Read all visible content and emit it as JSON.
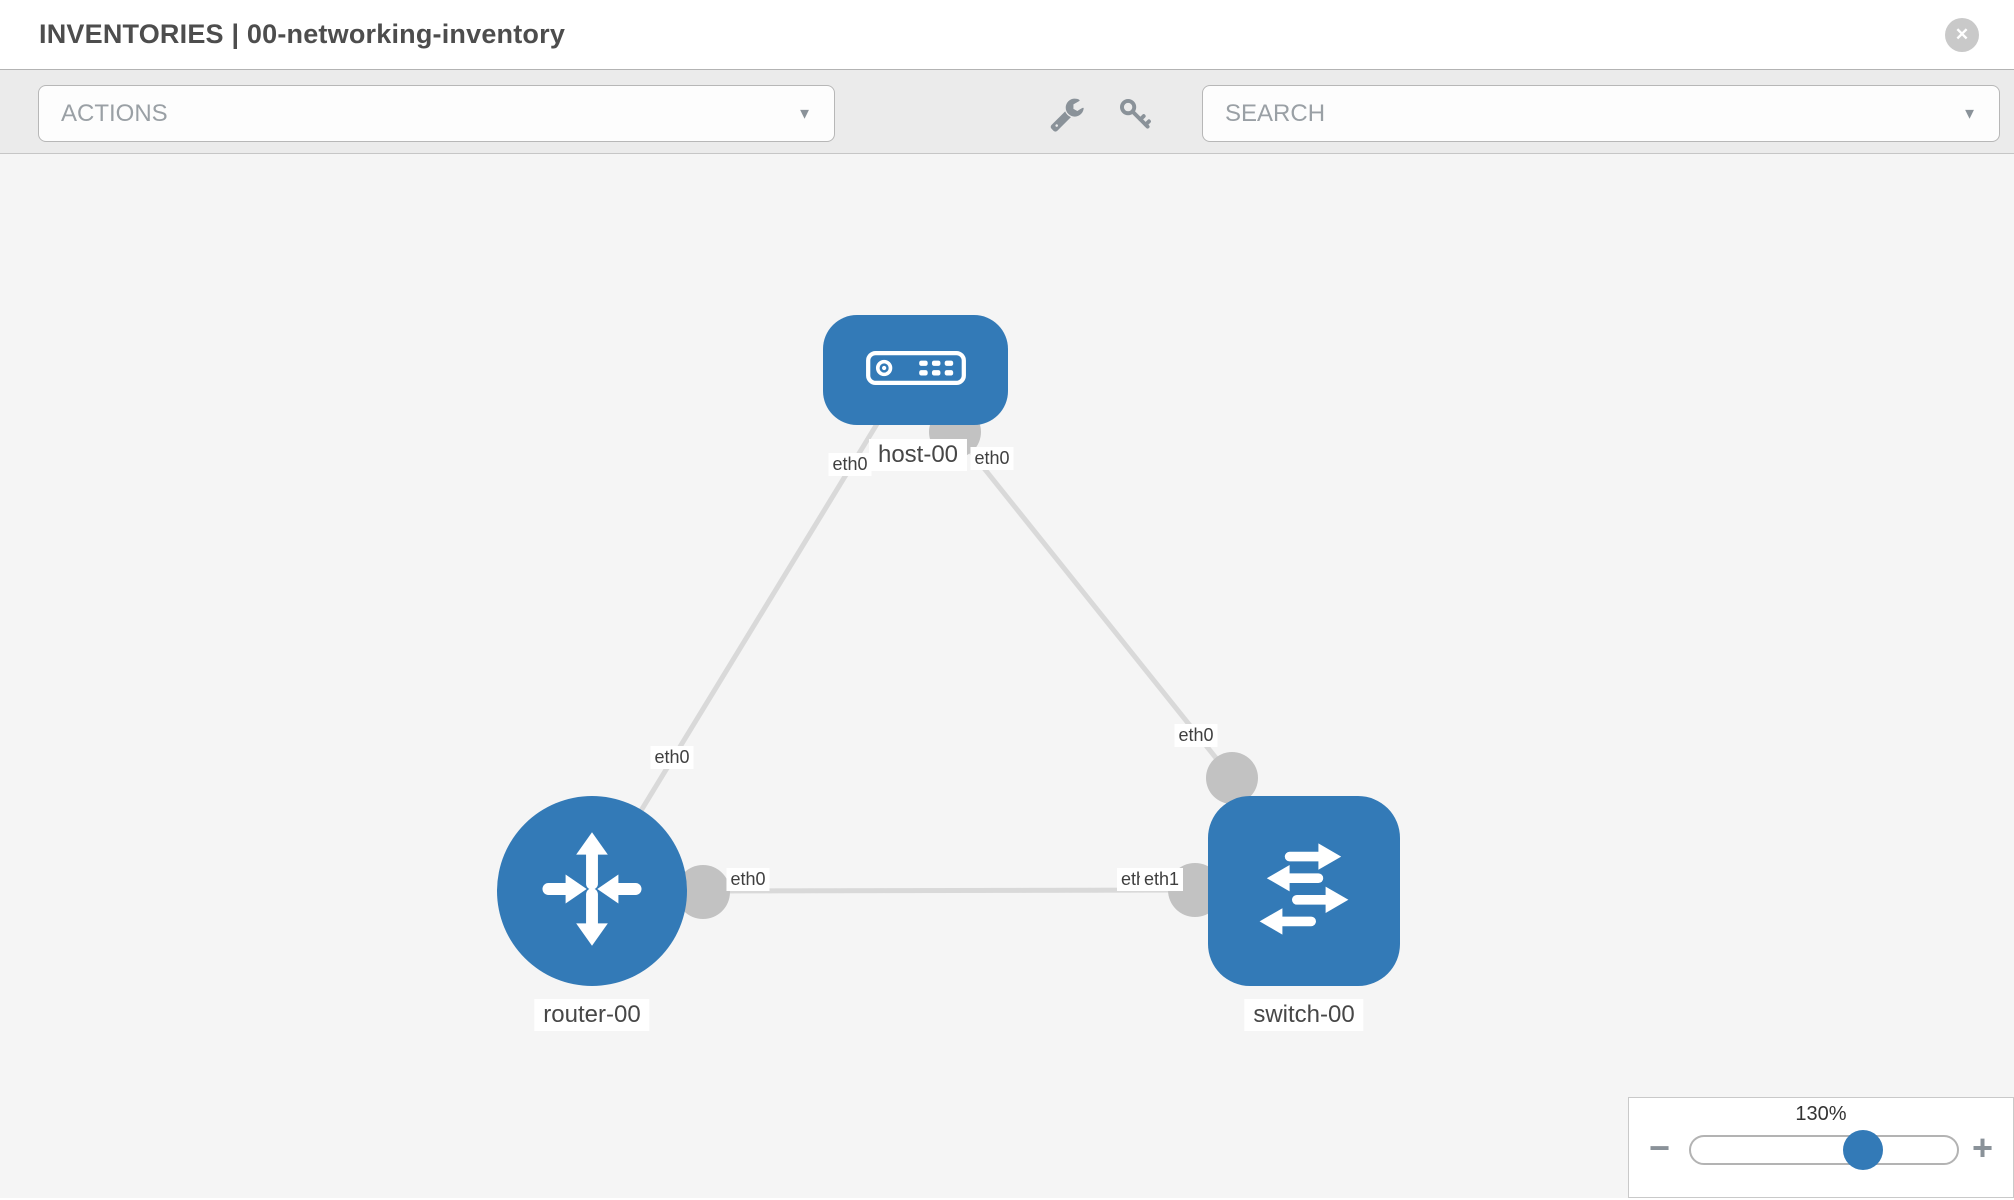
{
  "header": {
    "title": "INVENTORIES | 00-networking-inventory",
    "close_icon": "✕"
  },
  "toolbar": {
    "actions_placeholder": "ACTIONS",
    "search_placeholder": "SEARCH",
    "dropdown_arrow_icon": "▼",
    "icons": [
      "wrench-icon",
      "key-icon"
    ]
  },
  "topology": {
    "nodes": [
      {
        "id": "host-00",
        "type": "host"
      },
      {
        "id": "router-00",
        "type": "router"
      },
      {
        "id": "switch-00",
        "type": "switch"
      }
    ],
    "links": [
      {
        "from": "host-00",
        "from_interface": "eth0",
        "to": "router-00",
        "to_interface": "eth0"
      },
      {
        "from": "host-00",
        "from_interface": "eth0",
        "to": "switch-00",
        "to_interface": "eth0"
      },
      {
        "from": "router-00",
        "from_interface": "eth0",
        "to": "switch-00",
        "to_interface": "eth1",
        "overlapped_interface": "eth0"
      }
    ]
  },
  "zoom_control": {
    "level": "130%",
    "zoom_out_icon": "−",
    "zoom_in_icon": "+"
  },
  "colors": {
    "node_blue": "#337ab7",
    "port_gray": "#c2c2c2",
    "link_gray": "#d9d9d9",
    "canvas_bg": "#f5f5f5",
    "toolbar_bg": "#ebebeb"
  }
}
